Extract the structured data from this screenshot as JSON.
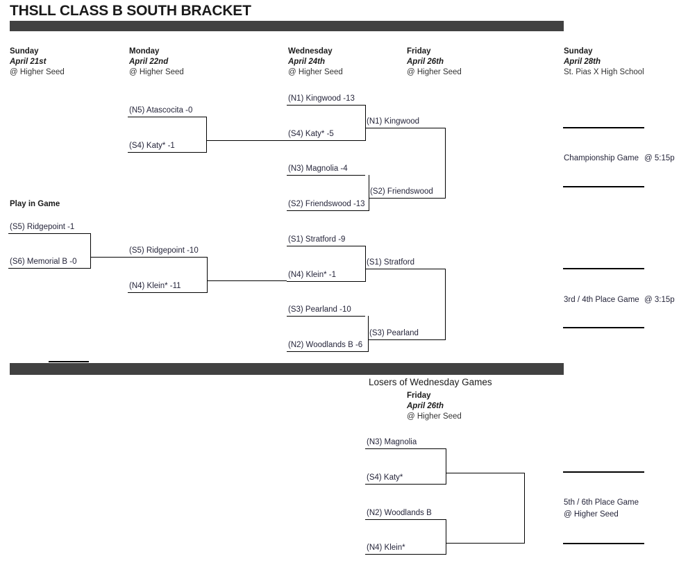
{
  "title": "THSLL CLASS B SOUTH BRACKET",
  "columns": [
    {
      "day": "Sunday",
      "date": "April 21st",
      "venue": "@ Higher Seed"
    },
    {
      "day": "Monday",
      "date": "April 22nd",
      "venue": "@ Higher Seed"
    },
    {
      "day": "Wednesday",
      "date": "April 24th",
      "venue": "@ Higher Seed"
    },
    {
      "day": "Friday",
      "date": "April 26th",
      "venue": "@ Higher Seed"
    },
    {
      "day": "Sunday",
      "date": "April 28th",
      "venue": "St. Pias X High School"
    }
  ],
  "play_in": {
    "heading": "Play in Game",
    "top": "(S5) Ridgepoint -1",
    "bottom": "(S6) Memorial B -0"
  },
  "monday": {
    "upper_top": "(N5) Atascocita -0",
    "upper_bottom": "(S4) Katy* -1",
    "lower_top": "(S5) Ridgepoint -10",
    "lower_bottom": "(N4) Klein* -11"
  },
  "wednesday": {
    "q1_top": "(N1) Kingwood -13",
    "q1_bottom": "(S4) Katy* -5",
    "q2_top": "(N3) Magnolia -4",
    "q2_bottom": "(S2) Friendswood -13",
    "q3_top": "(S1) Stratford -9",
    "q3_bottom": "(N4) Klein* -1",
    "q4_top": "(S3) Pearland -10",
    "q4_bottom": "(N2) Woodlands B -6"
  },
  "friday": {
    "semi1_top": "(N1) Kingwood",
    "semi1_bottom": "(S2) Friendswood",
    "semi2_top": "(S1) Stratford",
    "semi2_bottom": "(S3) Pearland"
  },
  "finals": {
    "championship_label": "Championship Game",
    "championship_time": "@ 5:15p",
    "third_place_label": "3rd / 4th Place Game",
    "third_place_time": "@ 3:15p"
  },
  "consolation": {
    "heading": "Losers of Wednesday Games",
    "day": "Friday",
    "date": "April 26th",
    "venue": "@ Higher Seed",
    "g1_top": "(N3) Magnolia",
    "g1_bottom": "(S4) Katy*",
    "g2_top": "(N2) Woodlands B",
    "g2_bottom": "(N4) Klein*",
    "place_label": "5th / 6th Place Game",
    "place_venue": "@ Higher Seed"
  }
}
